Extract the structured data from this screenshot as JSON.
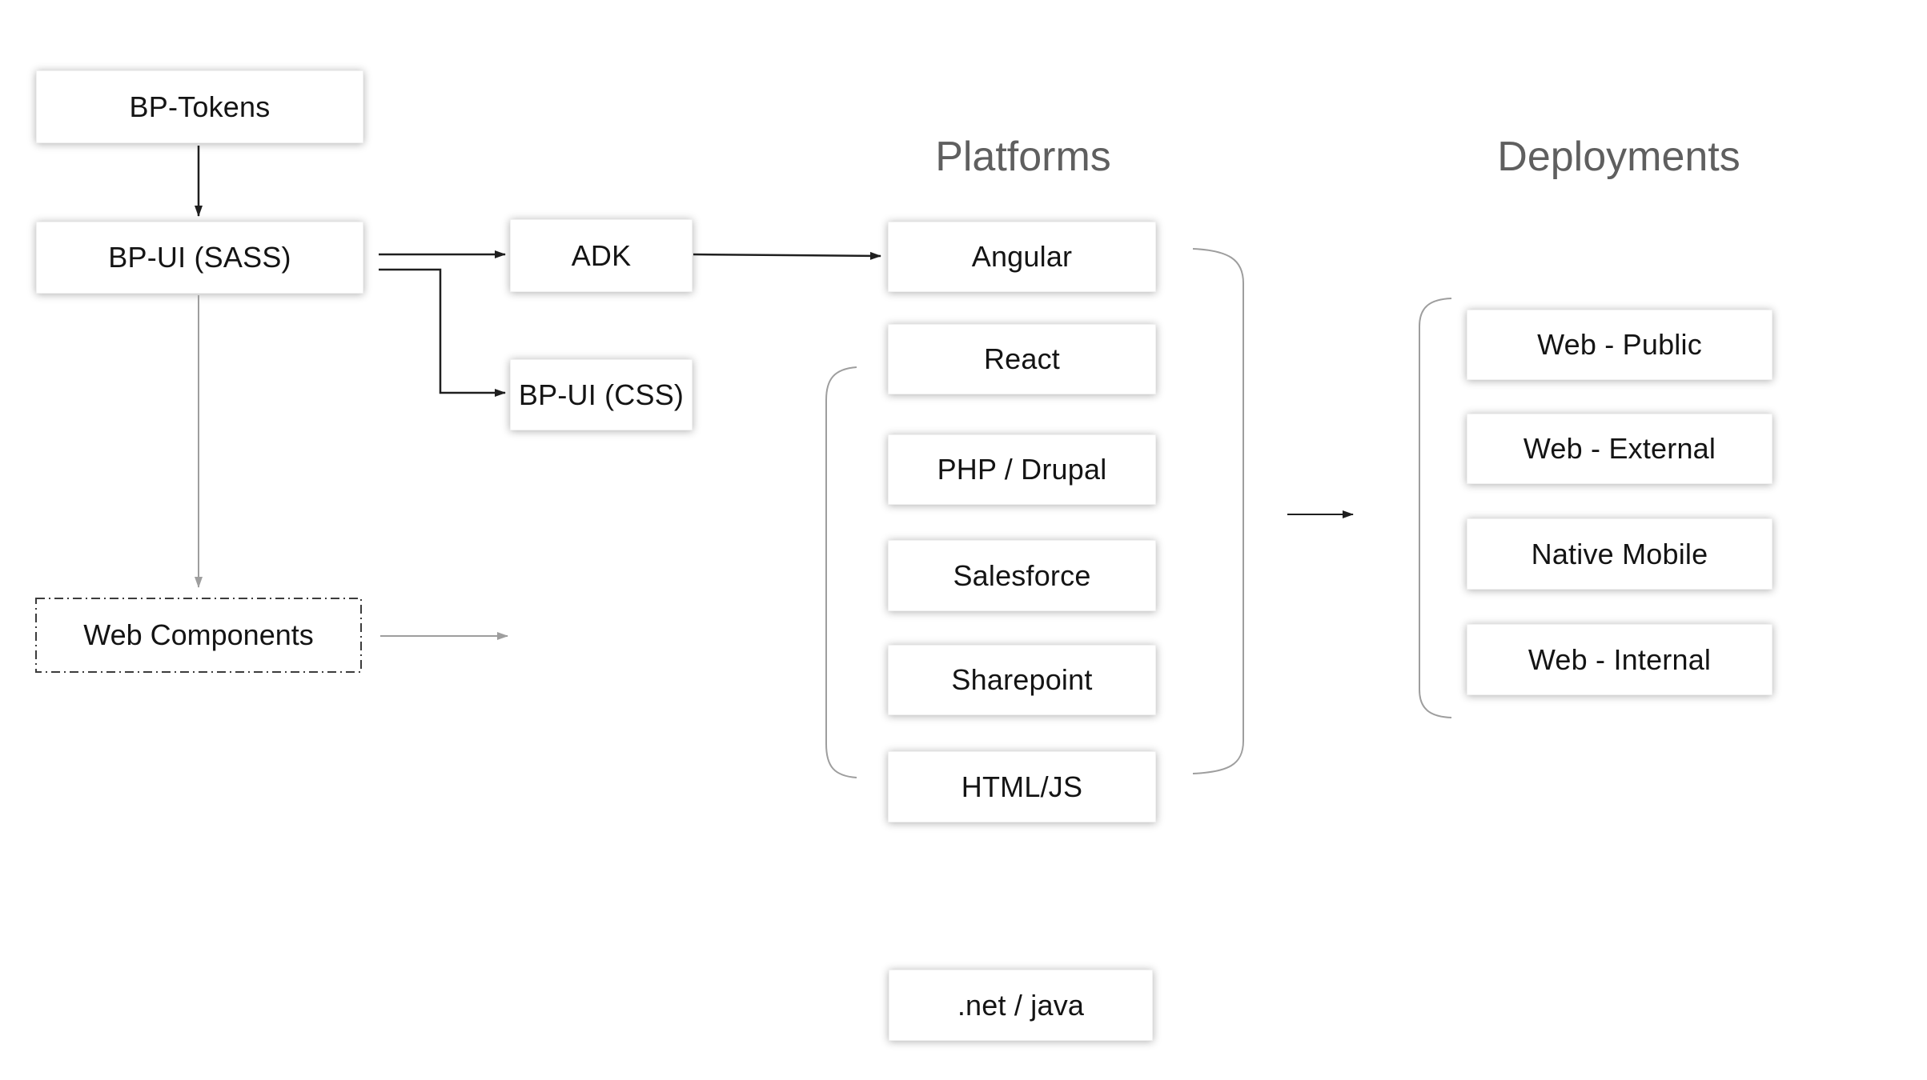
{
  "headings": {
    "platforms": "Platforms",
    "deployments": "Deployments"
  },
  "nodes": {
    "bp_tokens": "BP-Tokens",
    "bp_ui_sass": "BP-UI (SASS)",
    "adk": "ADK",
    "bp_ui_css": "BP-UI (CSS)",
    "web_components": "Web Components",
    "net_java": ".net / java"
  },
  "platforms": [
    "Angular",
    "React",
    "PHP / Drupal",
    "Salesforce",
    "Sharepoint",
    "HTML/JS"
  ],
  "deployments": [
    "Web - Public",
    "Web - External",
    "Native Mobile",
    "Web - Internal"
  ],
  "edges": [
    "BP-Tokens -> BP-UI (SASS)",
    "BP-UI (SASS) -> ADK",
    "BP-UI (SASS) -> BP-UI (CSS)",
    "BP-UI (SASS) -> Web Components",
    "ADK -> Angular",
    "Web Components -> (right)",
    "Platforms group -> Deployments group"
  ],
  "colors": {
    "background": "#ffffff",
    "box_fill": "#ffffff",
    "box_text": "#141414",
    "heading_text": "#5f5f5f",
    "connector_black": "#1f1f1f",
    "connector_gray": "#9e9e9e",
    "bracket_gray": "#9e9e9e",
    "dashed_border": "#3c3c3c"
  }
}
